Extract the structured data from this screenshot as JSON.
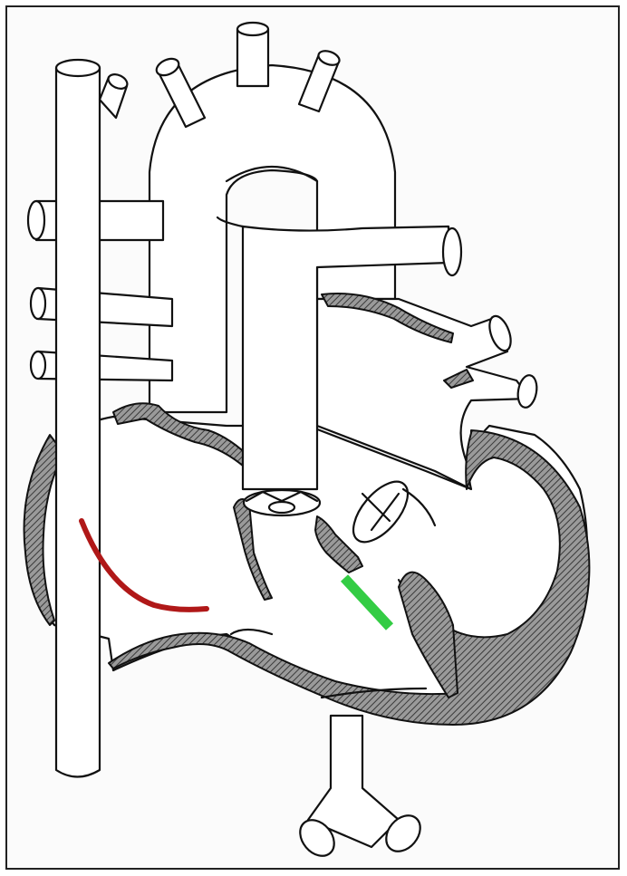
{
  "diagram": {
    "kind": "heart cross-section line drawing",
    "annotations": [
      {
        "name": "red-curve",
        "color": "#b01818"
      },
      {
        "name": "green-bar",
        "color": "#33cc44"
      }
    ],
    "colors": {
      "outline": "#111111",
      "wall_fill": "hatched grey",
      "background": "#fbfbfb"
    }
  }
}
